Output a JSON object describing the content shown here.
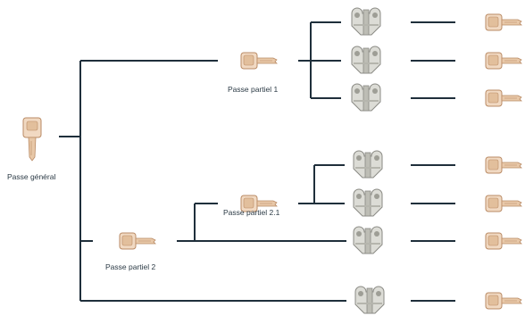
{
  "labels": {
    "master": "Passe général",
    "partial1": "Passe partiel 1",
    "partial2": "Passe partiel 2",
    "partial21": "Passe partiel 2.1"
  },
  "icons": {
    "key": "key-icon",
    "cylinder": "euro-cylinder-lock-icon"
  },
  "colors": {
    "line": "#1f2f3b",
    "key_body": "#e8c8a8",
    "key_outline": "#b98a64",
    "cylinder_body": "#d9d9d4",
    "cylinder_shade": "#8a8a84",
    "text": "#2b3a45"
  }
}
